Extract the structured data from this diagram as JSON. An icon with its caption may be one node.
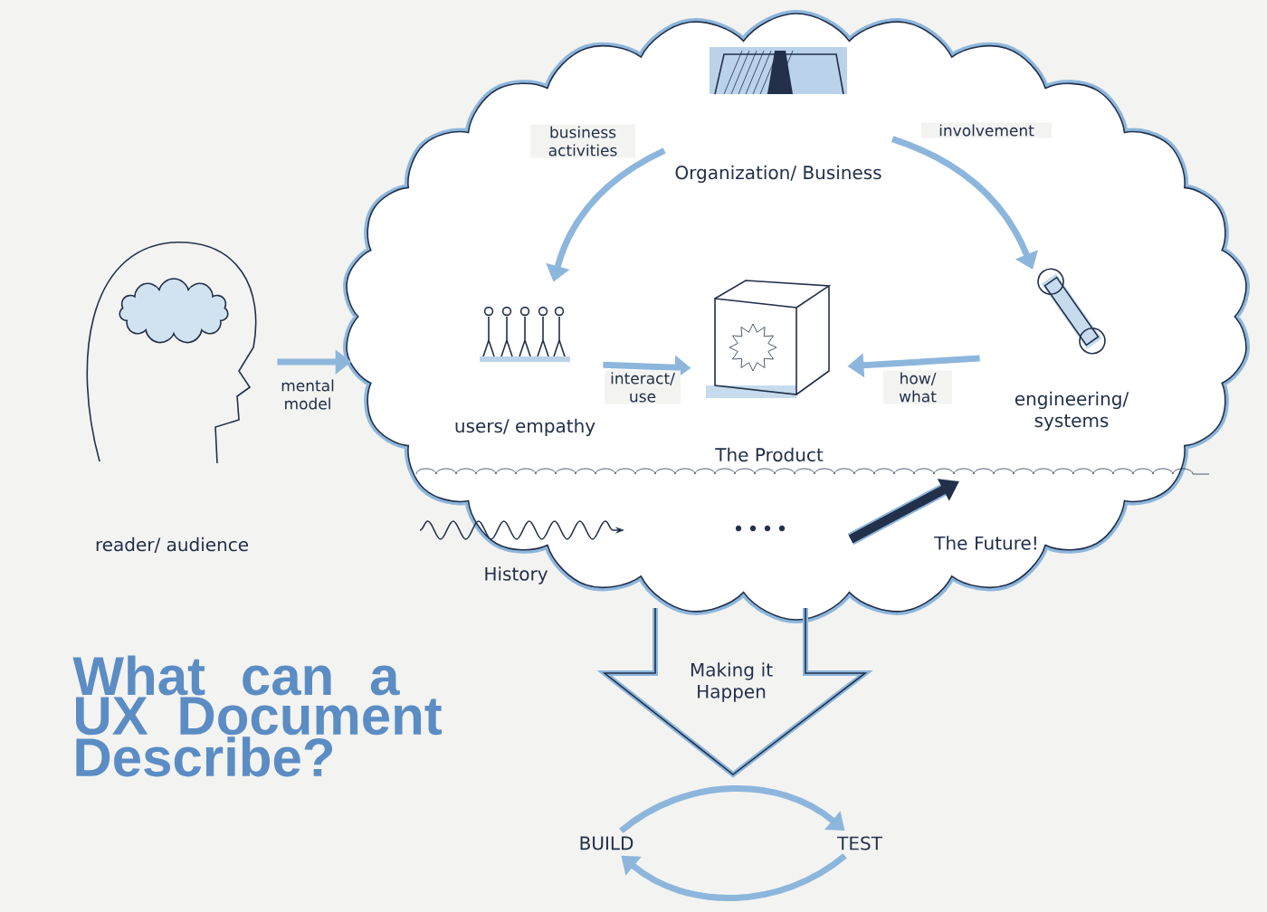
{
  "diagram": {
    "title": "What can a UX Document Describe?",
    "nodes": [
      {
        "text": [],
        "shape": "cloud"
      },
      {
        "text": [
          "reader/ audience"
        ]
      },
      {
        "text": [
          "Organization/ Business"
        ],
        "in": 0
      },
      {
        "text": [
          "users/ empathy"
        ],
        "in": 0
      },
      {
        "text": [
          "The Product"
        ],
        "in": 0
      },
      {
        "text": [
          "engineering/ systems"
        ],
        "in": 0
      },
      {
        "text": [
          "History"
        ],
        "in": 0
      },
      {
        "text": [
          "The Future!"
        ],
        "in": 0
      },
      {
        "text": [
          "Making it Happen"
        ]
      },
      {
        "text": [
          "BUILD"
        ]
      },
      {
        "text": [
          "TEST"
        ]
      }
    ],
    "edges": [
      {
        "from": 1,
        "to": 0,
        "arrow": "to",
        "label": "mental model"
      },
      {
        "from": 2,
        "to": 3,
        "arrow": "to",
        "label": "business activities"
      },
      {
        "from": 2,
        "to": 5,
        "arrow": "to",
        "label": "involvement"
      },
      {
        "from": 3,
        "to": 4,
        "arrow": "to",
        "label": "interact/ use"
      },
      {
        "from": 5,
        "to": 4,
        "arrow": "to",
        "label": "how/ what"
      },
      {
        "from": 9,
        "to": 10,
        "arrow": "to"
      },
      {
        "from": 10,
        "to": 9,
        "arrow": "to"
      }
    ]
  }
}
